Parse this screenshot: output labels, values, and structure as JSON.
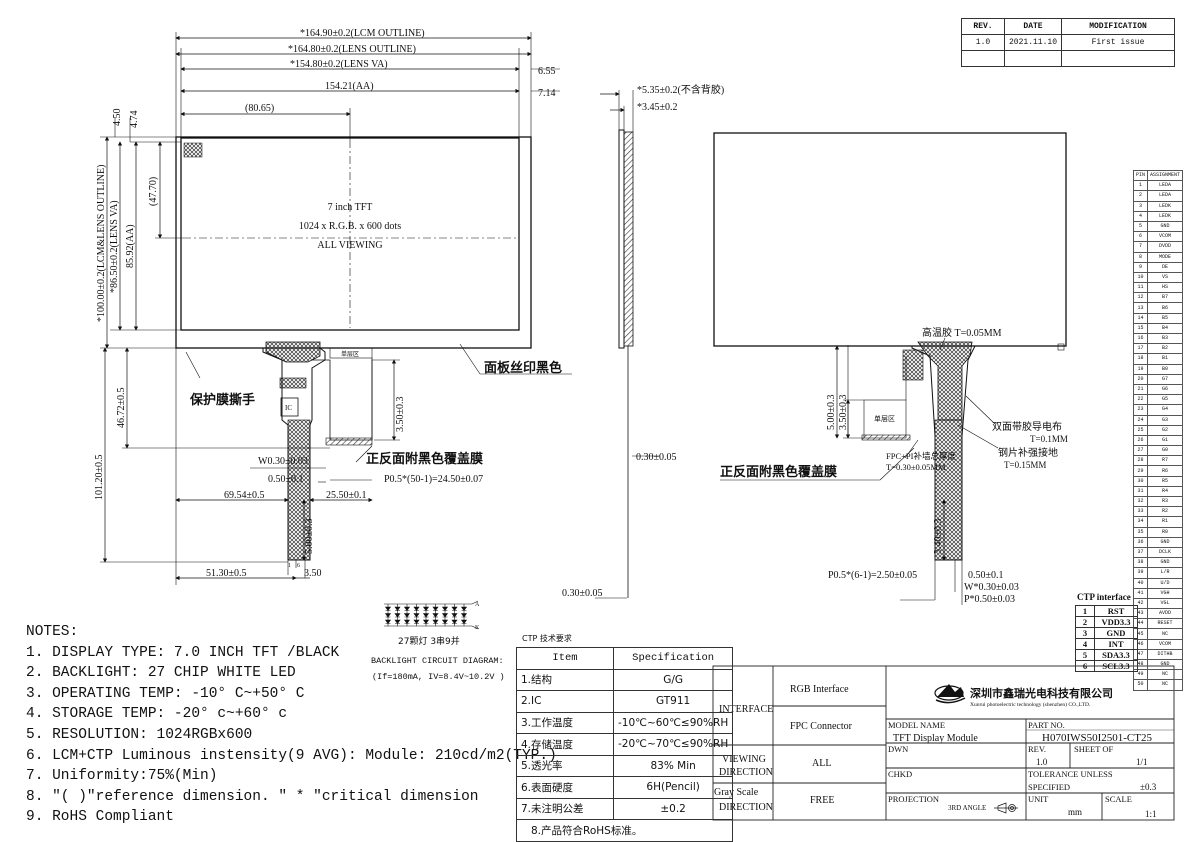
{
  "revision_block": {
    "headers": [
      "REV.",
      "DATE",
      "MODIFICATION"
    ],
    "rows": [
      [
        "1.0",
        "2021.11.10",
        "First issue"
      ]
    ]
  },
  "front_view": {
    "dims": {
      "lcm_outline": "*164.90±0.2(LCM OUTLINE)",
      "lens_outline": "*164.80±0.2(LENS OUTLINE)",
      "lens_va": "*154.80±0.2(LENS VA)",
      "aa_width": "154.21(AA)",
      "ref_8065": "(80.65)",
      "r655": "6.55",
      "r714": "7.14",
      "l450": "4.50",
      "l474": "4.74",
      "ref_4770": "(47.70)",
      "aa_height": "85.92(AA)",
      "lens_va_h": "*86.50±0.2(LENS VA)",
      "outline_h": "*100.00±0.2(LCM&LENS OUTLINE)",
      "fpc_4672": "46.72±0.5",
      "fpc_10120": "101.20±0.5",
      "d350v": "3.50±0.3",
      "w030": "W0.30±0.03",
      "d050": "0.50±0.1",
      "pitch50": "P0.5*(50-1)=24.50±0.07",
      "d6954": "69.54±0.5",
      "d2550": "25.50±0.1",
      "d500v": "5.00±0.3",
      "d5130": "51.30±0.5",
      "d350": "3.50"
    },
    "center_text": [
      "7 inch TFT",
      "1024 x R.G.B. x 600 dots",
      "ALL VIEWING"
    ],
    "labels": {
      "film_tab": "保护膜撕手",
      "black_film": "正反面附黑色覆盖膜",
      "panel_print": "面板丝印黑色",
      "ic": "IC",
      "single_zone": "单层区",
      "pin1": "1",
      "pin6": "6"
    }
  },
  "side_view": {
    "dims": {
      "thick_total": "*5.35±0.2(不含背胶)",
      "thick_core": "*3.45±0.2",
      "fpc_thick": "0.30±0.05",
      "fpc_thick2": "0.30±0.05"
    }
  },
  "back_view": {
    "labels": {
      "adhesive": "高温胶 T=0.05MM",
      "conductive": "双面带胶导电布",
      "conductive_t": "T=0.1MM",
      "stiffener": "钢片补强接地",
      "stiffener_t": "T=0.15MM",
      "fpc_pi": "FPC+PI补墙总厚度",
      "fpc_pi_t": "T=0.30±0.05MM",
      "black_film": "正反面附黑色覆盖膜",
      "single_zone": "单层区"
    },
    "dims": {
      "d500": "5.00±0.3",
      "d350": "3.50±0.3",
      "d340": "3.40±0.3",
      "pitch6": "P0.5*(6-1)=2.50±0.05",
      "d050": "0.50±0.1",
      "w030": "W*0.30±0.03",
      "p050": "P*0.50±0.03"
    }
  },
  "backlight": {
    "caption": "27颗灯 3串9并",
    "title": "BACKLIGHT CIRCUIT DIAGRAM:",
    "spec": "(If=180mA,   IV=8.4V~10.2V )",
    "anode": "A",
    "cathode": "K"
  },
  "notes": [
    "NOTES:",
    "1. DISPLAY TYPE: 7.0 INCH TFT /BLACK",
    "2. BACKLIGHT: 27 CHIP WHITE LED",
    "3. OPERATING TEMP: -10° C~+50° C",
    "4. STORAGE TEMP: -20° c~+60° c",
    "5. RESOLUTION: 1024RGBx600",
    "6. LCM+CTP Luminous instensity(9 AVG):  Module: 210cd/m2(TYP.)",
    "7. Uniformity:75%(Min)",
    "8. \"( )\"reference dimension. \" * \"critical dimension",
    "9. RoHS Compliant"
  ],
  "ctp_spec": {
    "title": "CTP 技术要求",
    "headers": [
      "Item",
      "Specification"
    ],
    "rows": [
      [
        "1.结构",
        "G/G"
      ],
      [
        "2.IC",
        "GT911"
      ],
      [
        "3.工作温度",
        "-10℃~60℃≤90%RH"
      ],
      [
        "4.存储温度",
        "-20℃~70℃≤90%RH"
      ],
      [
        "5.透光率",
        "83% Min"
      ],
      [
        "6.表面硬度",
        "6H(Pencil)"
      ],
      [
        "7.未注明公差",
        "±0.2"
      ]
    ],
    "footer": "8.产品符合RoHS标准。"
  },
  "interface_block": {
    "interface": "INTERFACE",
    "rgb": "RGB Interface",
    "fpc": "FPC Connector",
    "viewing": [
      "VIEWING",
      "DIRECTION"
    ],
    "all": "ALL",
    "gray": [
      "Gray Scale",
      "DIRECTION"
    ],
    "free": "FREE"
  },
  "title_block": {
    "company_cn": "深圳市鑫瑞光电科技有限公司",
    "company_en": "Xunrui photoelectric technology (shenzhen) CO.,LTD.",
    "model_name_label": "MODEL NAME",
    "model_name": "TFT Display Module",
    "part_no_label": "PART NO.",
    "part_no": "H070IWS50I2501-CT25",
    "dwn": "DWN",
    "rev_label": "REV.",
    "rev": "1.0",
    "sheet_label": "SHEET OF",
    "sheet": "1/1",
    "chkd": "CHKD",
    "tolerance_label": [
      "TOLERANCE UNLESS",
      "SPECIFIED"
    ],
    "tolerance": "±0.3",
    "projection_label": "PROJECTION",
    "projection": "3RD ANGLE",
    "unit_label": "UNIT",
    "unit": "mm",
    "scale_label": "SCALE",
    "scale": "1:1"
  },
  "pin_assignment": {
    "headers": [
      "PIN",
      "ASSIGNMENT"
    ],
    "rows": [
      [
        "1",
        "LEDA"
      ],
      [
        "2",
        "LEDA"
      ],
      [
        "3",
        "LEDK"
      ],
      [
        "4",
        "LEDK"
      ],
      [
        "5",
        "GND"
      ],
      [
        "6",
        "VCOM"
      ],
      [
        "7",
        "DVDD"
      ],
      [
        "8",
        "MODE"
      ],
      [
        "9",
        "DE"
      ],
      [
        "10",
        "VS"
      ],
      [
        "11",
        "HS"
      ],
      [
        "12",
        "B7"
      ],
      [
        "13",
        "B6"
      ],
      [
        "14",
        "B5"
      ],
      [
        "15",
        "B4"
      ],
      [
        "16",
        "B3"
      ],
      [
        "17",
        "B2"
      ],
      [
        "18",
        "B1"
      ],
      [
        "19",
        "B0"
      ],
      [
        "20",
        "G7"
      ],
      [
        "21",
        "G6"
      ],
      [
        "22",
        "G5"
      ],
      [
        "23",
        "G4"
      ],
      [
        "24",
        "G3"
      ],
      [
        "25",
        "G2"
      ],
      [
        "26",
        "G1"
      ],
      [
        "27",
        "G0"
      ],
      [
        "28",
        "R7"
      ],
      [
        "29",
        "R6"
      ],
      [
        "30",
        "R5"
      ],
      [
        "31",
        "R4"
      ],
      [
        "32",
        "R3"
      ],
      [
        "33",
        "R2"
      ],
      [
        "34",
        "R1"
      ],
      [
        "35",
        "R0"
      ],
      [
        "36",
        "GND"
      ],
      [
        "37",
        "DCLK"
      ],
      [
        "38",
        "GND"
      ],
      [
        "39",
        "L/R"
      ],
      [
        "40",
        "U/D"
      ],
      [
        "41",
        "VGH"
      ],
      [
        "42",
        "VGL"
      ],
      [
        "43",
        "AVDD"
      ],
      [
        "44",
        "RESET"
      ],
      [
        "45",
        "NC"
      ],
      [
        "46",
        "VCOM"
      ],
      [
        "47",
        "DITHB"
      ],
      [
        "48",
        "GND"
      ],
      [
        "49",
        "NC"
      ],
      [
        "50",
        "NC"
      ]
    ]
  },
  "ctp_interface": {
    "title": "CTP interface",
    "rows": [
      [
        "1",
        "RST"
      ],
      [
        "2",
        "VDD3.3"
      ],
      [
        "3",
        "GND"
      ],
      [
        "4",
        "INT"
      ],
      [
        "5",
        "SDA3.3"
      ],
      [
        "6",
        "SCL3.3"
      ]
    ]
  }
}
